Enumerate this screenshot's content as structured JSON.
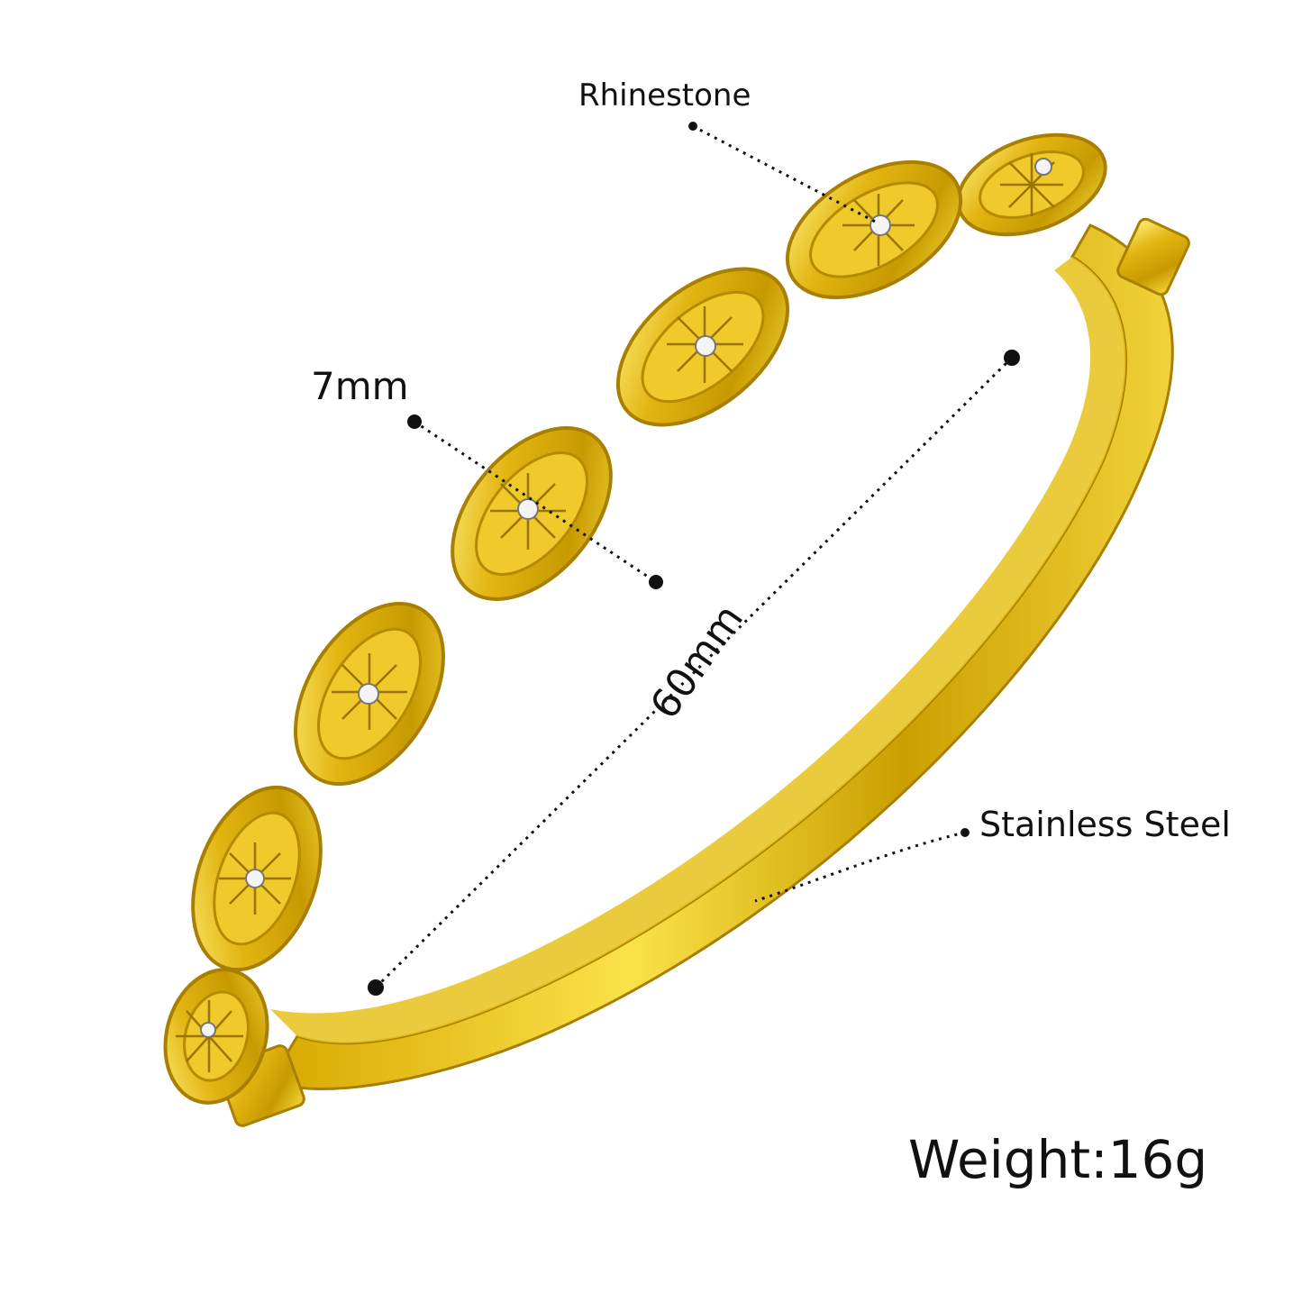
{
  "annotations": {
    "rhinestone": "Rhinestone",
    "width": "7mm",
    "diameter": "60mm",
    "material": "Stainless Steel",
    "weight": "Weight:16g"
  },
  "colors": {
    "gold": "#e3b512",
    "gold_dark": "#a87f00",
    "gold_light": "#fff07a",
    "stone": "#f4f4f4",
    "line": "#111111"
  }
}
